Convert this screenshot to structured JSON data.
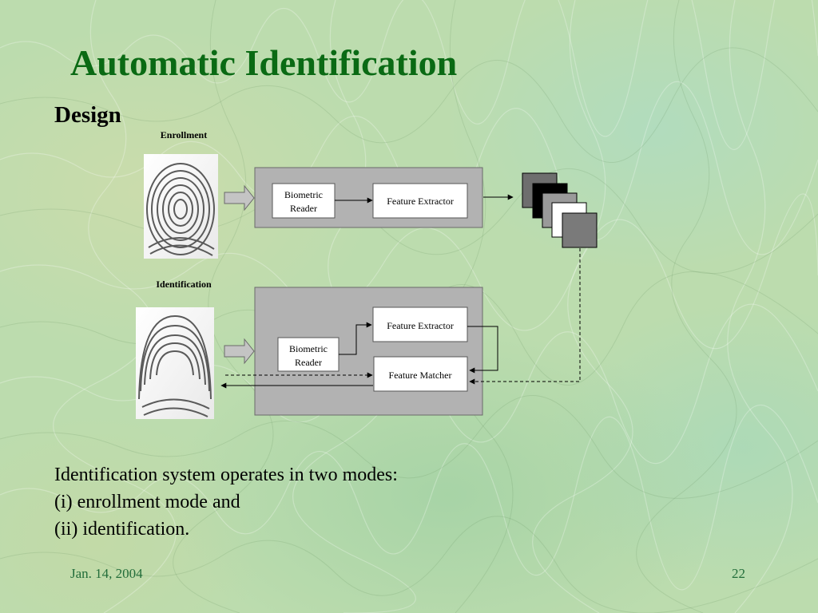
{
  "slide": {
    "title": "Automatic Identification",
    "subtitle": "Design",
    "body_lines": [
      "Identification system operates in two modes:",
      "(i) enrollment mode and",
      "(ii) identification."
    ],
    "footer_date": "Jan. 14, 2004",
    "page_number": "22"
  },
  "diagram": {
    "enrollment_label": "Enrollment",
    "identification_label": "Identification",
    "enrollment_reader": [
      "Biometric",
      "Reader"
    ],
    "enrollment_extractor": "Feature Extractor",
    "identification_extractor": "Feature Extractor",
    "identification_reader": [
      "Biometric",
      "Reader"
    ],
    "identification_matcher": "Feature Matcher",
    "fingerprint_icon": "fingerprint-icon",
    "template_stack_icon": "template-stack-icon"
  },
  "colors": {
    "title": "#0a6a14",
    "footer": "#226d3a",
    "panel": "#b2b2b2",
    "template_dark": "#6e6e6e",
    "template_black": "#000000",
    "template_mid": "#9a9a9a",
    "template_light": "#ffffff"
  }
}
